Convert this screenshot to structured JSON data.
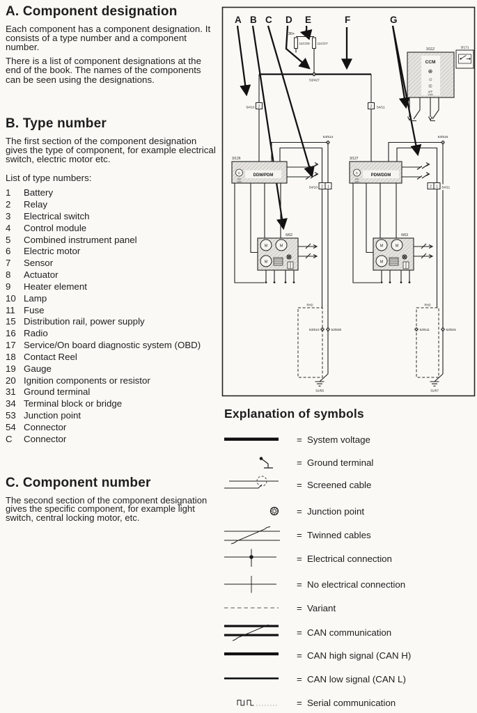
{
  "section_a": {
    "title": "A. Component designation",
    "para1": "Each component has a component designation. It consists of a type number and a component number.",
    "para2": "There is a list of component designations at the end of the book. The names of the components can be seen using the designations."
  },
  "section_b": {
    "title": "B. Type number",
    "para": "The first section of the component designation gives the type of component, for example electrical switch, electric motor etc.",
    "list_intro": "List of type numbers:",
    "items": [
      {
        "num": "1",
        "label": "Battery"
      },
      {
        "num": "2",
        "label": "Relay"
      },
      {
        "num": "3",
        "label": "Electrical switch"
      },
      {
        "num": "4",
        "label": "Control module"
      },
      {
        "num": "5",
        "label": "Combined instrument panel"
      },
      {
        "num": "6",
        "label": "Electric motor"
      },
      {
        "num": "7",
        "label": "Sensor"
      },
      {
        "num": "8",
        "label": "Actuator"
      },
      {
        "num": "9",
        "label": "Heater element"
      },
      {
        "num": "10",
        "label": "Lamp"
      },
      {
        "num": "11",
        "label": "Fuse"
      },
      {
        "num": "15",
        "label": "Distribution rail, power supply"
      },
      {
        "num": "16",
        "label": "Radio"
      },
      {
        "num": "17",
        "label": "Service/On board diagnostic system (OBD)"
      },
      {
        "num": "18",
        "label": "Contact Reel"
      },
      {
        "num": "19",
        "label": "Gauge"
      },
      {
        "num": "20",
        "label": "Ignition components or resistor"
      },
      {
        "num": "31",
        "label": "Ground terminal"
      },
      {
        "num": "34",
        "label": "Terminal block or bridge"
      },
      {
        "num": "53",
        "label": "Junction point"
      },
      {
        "num": "54",
        "label": "Connector"
      },
      {
        "num": "C",
        "label": "Connector"
      }
    ]
  },
  "section_c": {
    "title": "C. Component number",
    "para": "The second section of the component designation gives the specific component, for example light switch, central locking motor, etc."
  },
  "diagram": {
    "callouts": [
      "A",
      "B",
      "C",
      "D",
      "E",
      "F",
      "G"
    ],
    "labels": {
      "supply": "30+",
      "fuse_left": "11C/26",
      "fuse_right": "11C/27",
      "junction_center": "53/427",
      "conn_upper_left": "54/10",
      "conn_upper_right": "54/11",
      "pin_2": "2",
      "pin_1": "1",
      "junction_upper_left": "53/514",
      "junction_upper_right": "53/515",
      "module_left_id": "3/126",
      "module_left_name": "DDM/PDM",
      "module_right_id": "3/127",
      "module_right_name": "PDM/DDM",
      "ccm_id": "3/112",
      "ccm_name": "CCM",
      "relay_id": "3/171",
      "approval_line1": "ATP",
      "approval_line2": "VUN",
      "approval_c": "C",
      "conn_mid_left": "54/10",
      "conn_mid_right": "54/11",
      "motor_left_id": "6/62",
      "motor_right_id": "6/63",
      "motor_letter": "M",
      "variant": "RHD",
      "junction_510": "53/510",
      "junction_500": "53/500",
      "junction_511": "53/511",
      "junction_501": "53/501",
      "ground_left": "31/66",
      "ground_right": "31/67"
    }
  },
  "symbols": {
    "title": "Explanation of symbols",
    "equals": "=",
    "items": [
      {
        "name": "system-voltage",
        "label": "System voltage"
      },
      {
        "name": "ground-terminal",
        "label": "Ground terminal"
      },
      {
        "name": "screened-cable",
        "label": "Screened cable"
      },
      {
        "name": "junction-point",
        "label": "Junction point"
      },
      {
        "name": "twinned-cables",
        "label": "Twinned cables"
      },
      {
        "name": "electrical-connection",
        "label": "Electrical connection"
      },
      {
        "name": "no-electrical-connection",
        "label": "No electrical connection"
      },
      {
        "name": "variant",
        "label": "Variant"
      },
      {
        "name": "can-communication",
        "label": "CAN communication"
      },
      {
        "name": "can-high",
        "label": "CAN high signal (CAN H)"
      },
      {
        "name": "can-low",
        "label": "CAN low signal (CAN L)"
      },
      {
        "name": "serial-communication",
        "label": "Serial communication"
      }
    ]
  }
}
